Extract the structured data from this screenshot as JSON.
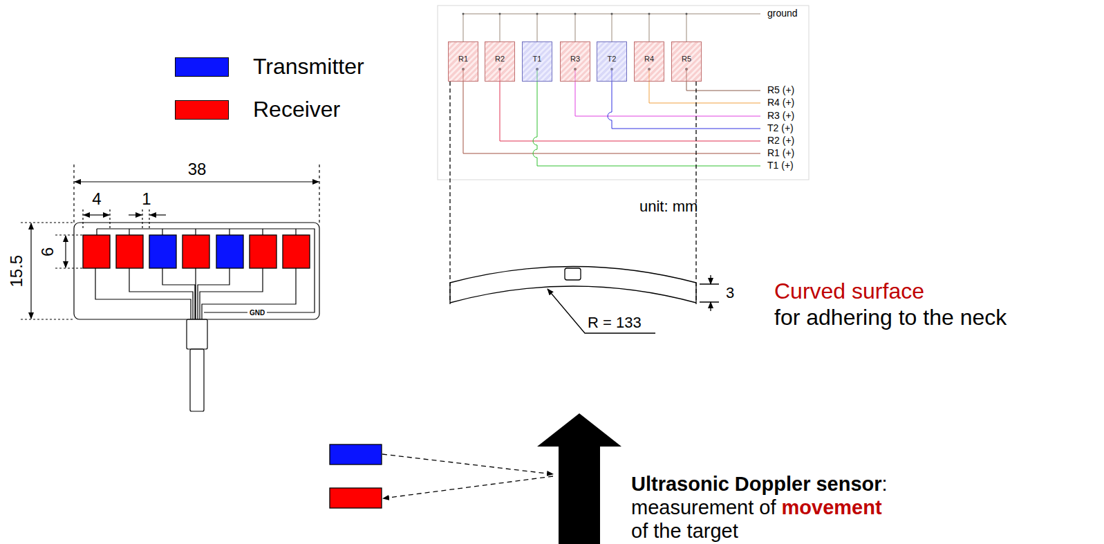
{
  "diagram": {
    "nodes": [
      {
        "text": [
          "R1"
        ]
      },
      {
        "text": [
          "R2"
        ]
      },
      {
        "text": [
          "T1"
        ]
      },
      {
        "text": [
          "R3"
        ]
      },
      {
        "text": [
          "T2"
        ]
      },
      {
        "text": [
          "R4"
        ]
      },
      {
        "text": [
          "R5"
        ]
      }
    ],
    "labels": [
      "ground",
      "R5 (+)",
      "R4 (+)",
      "R3 (+)",
      "T2 (+)",
      "R2 (+)",
      "R1 (+)",
      "T1 (+)",
      "unit: mm",
      "38",
      "4",
      "1",
      "6",
      "15.5",
      "GND",
      "3",
      "R = 133",
      "Curved surface",
      "for adhering to the neck",
      "Ultrasonic Doppler sensor",
      ":",
      "measurement of",
      "movement",
      "of the target"
    ],
    "legend": [
      {
        "text": "Transmitter",
        "color": "#0a14ff"
      },
      {
        "text": "Receiver",
        "color": "#ff0000"
      }
    ]
  }
}
